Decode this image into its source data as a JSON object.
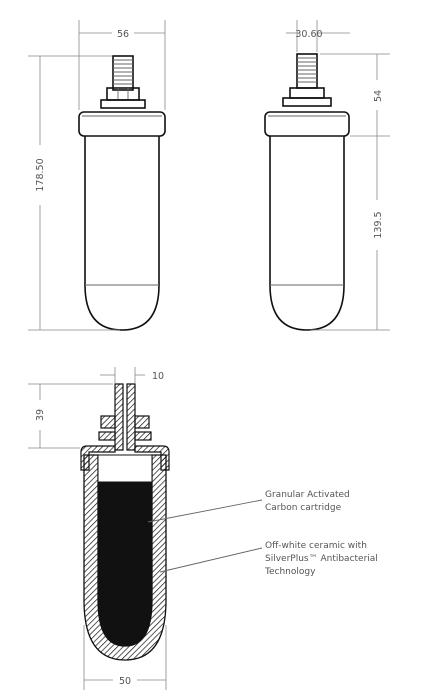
{
  "dimensions": {
    "top_width": "56",
    "thread_width": "30.60",
    "overall_height": "178.50",
    "head_height": "54",
    "body_height": "139.5",
    "nipple_width": "10",
    "section_head_height": "39",
    "section_width": "50"
  },
  "labels": {
    "carbon_line1": "Granular Activated",
    "carbon_line2": "Carbon cartridge",
    "ceramic_line1": "Off-white ceramic with",
    "ceramic_line2": "SilverPlus™ Antibacterial",
    "ceramic_line3": "Technology"
  },
  "colors": {
    "outline": "#111111",
    "dimension": "#888888",
    "text": "#555555",
    "fill_dark": "#111111"
  }
}
